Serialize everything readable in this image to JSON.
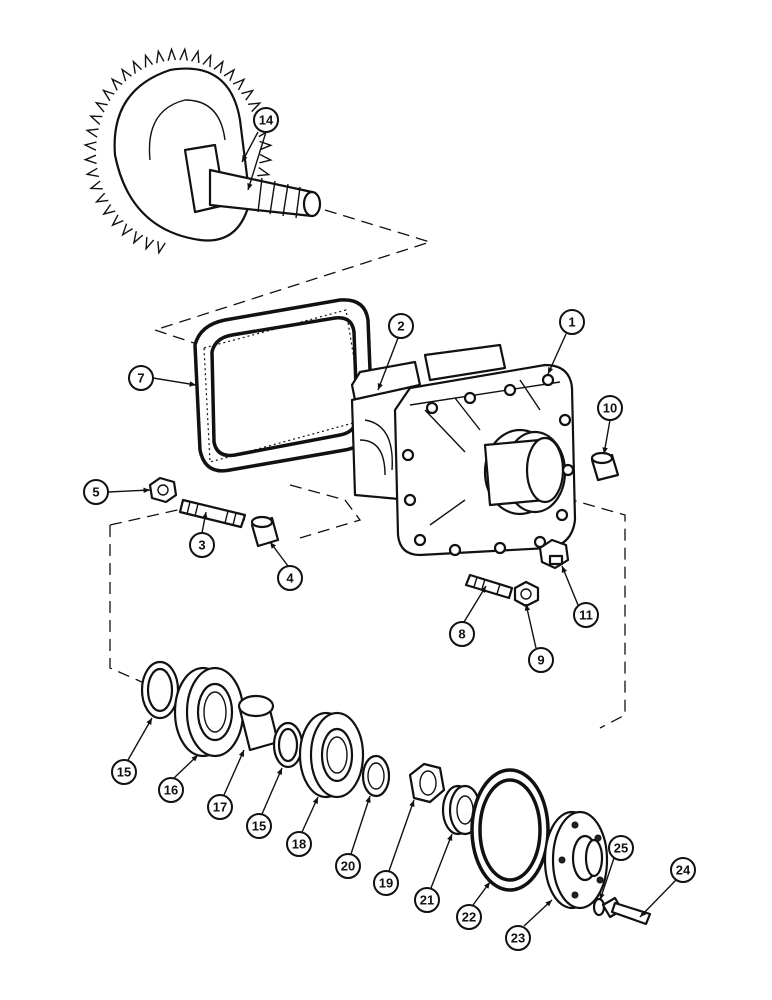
{
  "callouts": {
    "c1": "1",
    "c2": "2",
    "c3": "3",
    "c4": "4",
    "c5": "5",
    "c7": "7",
    "c8": "8",
    "c9": "9",
    "c10": "10",
    "c11": "11",
    "c14": "14",
    "c15a": "15",
    "c15b": "15",
    "c16": "16",
    "c17": "17",
    "c18": "18",
    "c19": "19",
    "c20": "20",
    "c21": "21",
    "c22": "22",
    "c23": "23",
    "c24": "24",
    "c25": "25"
  },
  "parts": {
    "p1": "housing-icon",
    "p2": "housing-side-icon",
    "p3": "stud-icon",
    "p4": "dowel-icon",
    "p5": "nut-icon",
    "p7": "gasket-icon",
    "p8": "stud-icon",
    "p9": "nut-icon",
    "p10": "dowel-icon",
    "p11": "plug-icon",
    "p14": "ring-gear-pinion-icon",
    "p15": "shim-icon",
    "p16": "bearing-icon",
    "p17": "spacer-icon",
    "p18": "bearing-icon",
    "p19": "nut-icon",
    "p20": "lock-washer-icon",
    "p21": "seal-icon",
    "p22": "gasket-icon",
    "p23": "cover-icon",
    "p24": "bolt-icon",
    "p25": "washer-icon"
  }
}
